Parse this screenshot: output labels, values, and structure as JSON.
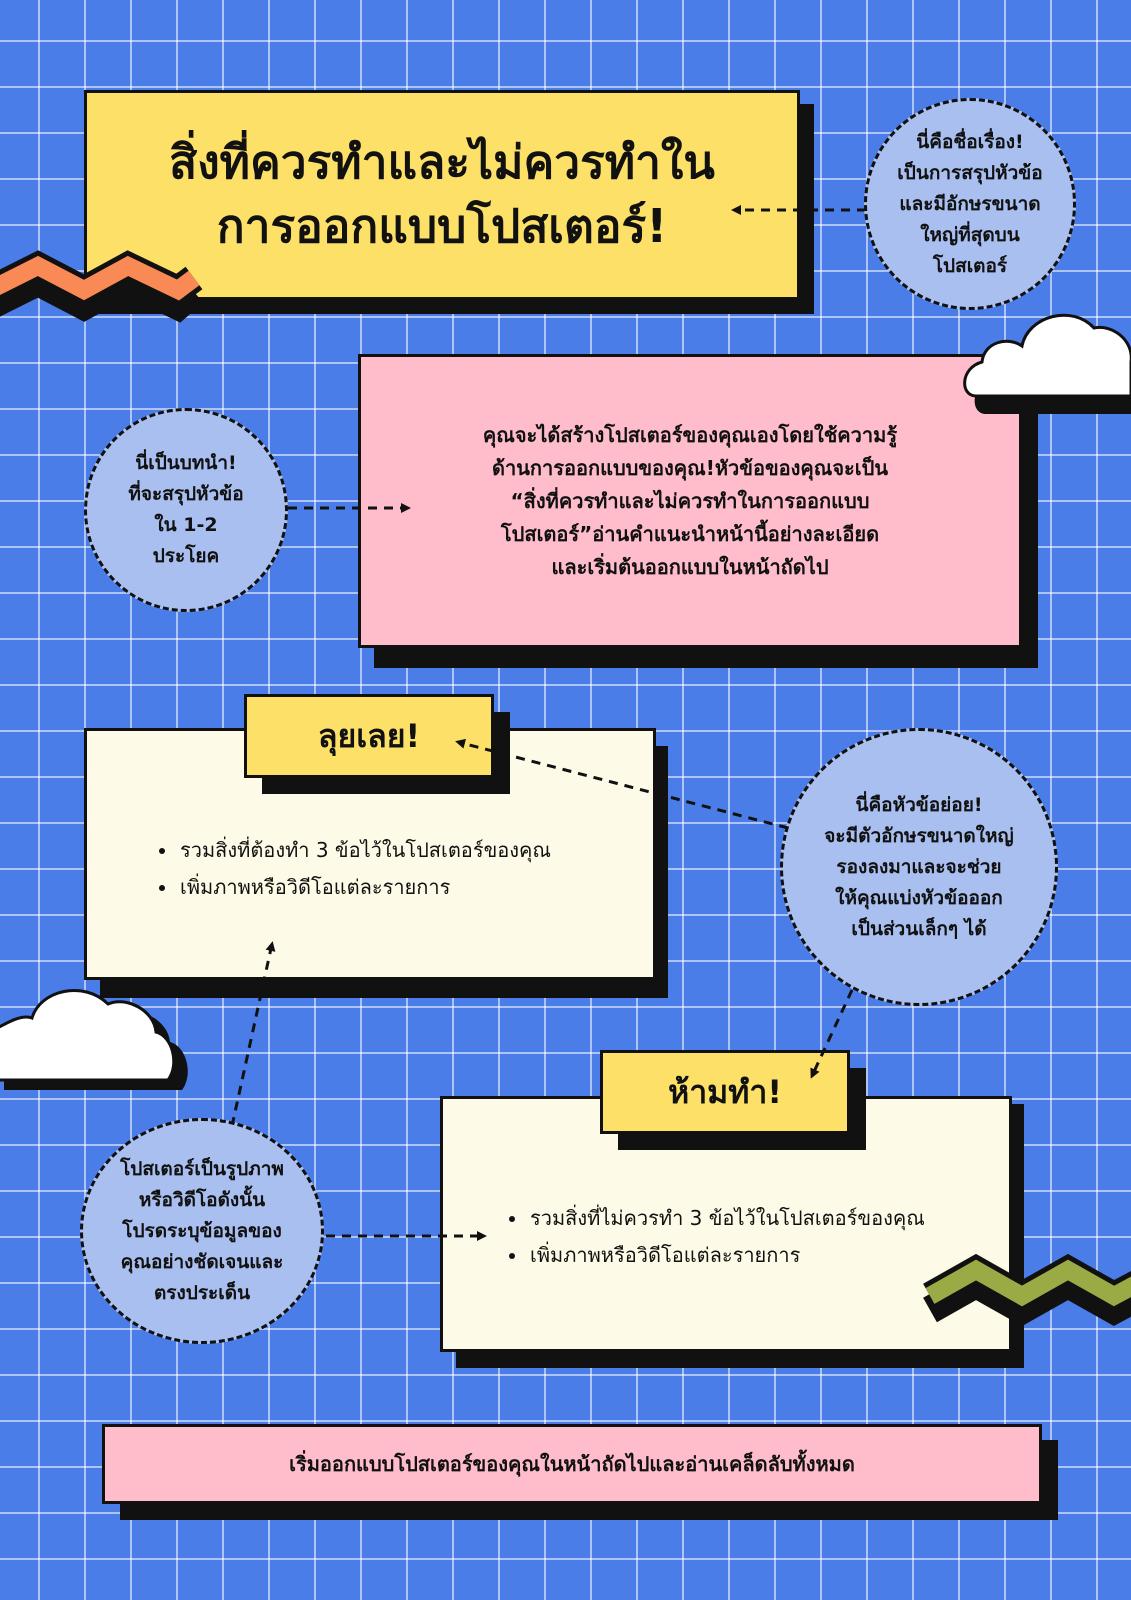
{
  "title": {
    "line1": "สิ่งที่ควรทำและไม่ควรทำใน",
    "line2": "การออกแบบโปสเตอร์!"
  },
  "title_note": [
    "นี่คือชื่อเรื่อง!",
    "เป็นการสรุปหัวข้อ",
    "และมีอักษรขนาด",
    "ใหญ่ที่สุดบน",
    "โปสเตอร์"
  ],
  "intro_note": [
    "นี่เป็นบทนำ!",
    "ที่จะสรุปหัวข้อ",
    "ใน 1-2",
    "ประโยค"
  ],
  "intro": [
    "คุณจะได้สร้างโปสเตอร์ของคุณเองโดยใช้ความรู้",
    "ด้านการออกแบบของคุณ!หัวข้อของคุณจะเป็น",
    "“สิ่งที่ควรทำและไม่ควรทำในการออกแบบ",
    "โปสเตอร์”อ่านคำแนะนำหน้านี้อย่างละเอียด",
    "และเริ่มต้นออกแบบในหน้าถัดไป"
  ],
  "dos": {
    "label": "ลุยเลย!",
    "items": [
      "รวมสิ่งที่ต้องทำ 3 ข้อไว้ในโปสเตอร์ของคุณ",
      "เพิ่มภาพหรือวิดีโอแต่ละรายการ"
    ]
  },
  "subheading_note": [
    "นี่คือหัวข้อย่อย!",
    "จะมีตัวอักษรขนาดใหญ่",
    "รองลงมาและจะช่วย",
    "ให้คุณแบ่งหัวข้อออก",
    "เป็นส่วนเล็กๆ ได้"
  ],
  "donts": {
    "label": "ห้ามทำ!",
    "items": [
      "รวมสิ่งที่ไม่ควรทำ 3 ข้อไว้ในโปสเตอร์ของคุณ",
      "เพิ่มภาพหรือวิดีโอแต่ละรายการ"
    ]
  },
  "visual_note": [
    "โปสเตอร์เป็นรูปภาพ",
    "หรือวิดีโอดังนั้น",
    "โปรดระบุข้อมูลของ",
    "คุณอย่างชัดเจนและ",
    "ตรงประเด็น"
  ],
  "footer": "เริ่มออกแบบโปสเตอร์ของคุณในหน้าถัดไปและอ่านเคล็ดลับทั้งหมด",
  "colors": {
    "background": "#4a7de8",
    "title_box": "#fde068",
    "pink_box": "#ffbccb",
    "cream_box": "#fdfbe7",
    "bubble": "#a9bff0",
    "orange_zigzag": "#fa8a55",
    "green_zigzag": "#9aab45"
  }
}
